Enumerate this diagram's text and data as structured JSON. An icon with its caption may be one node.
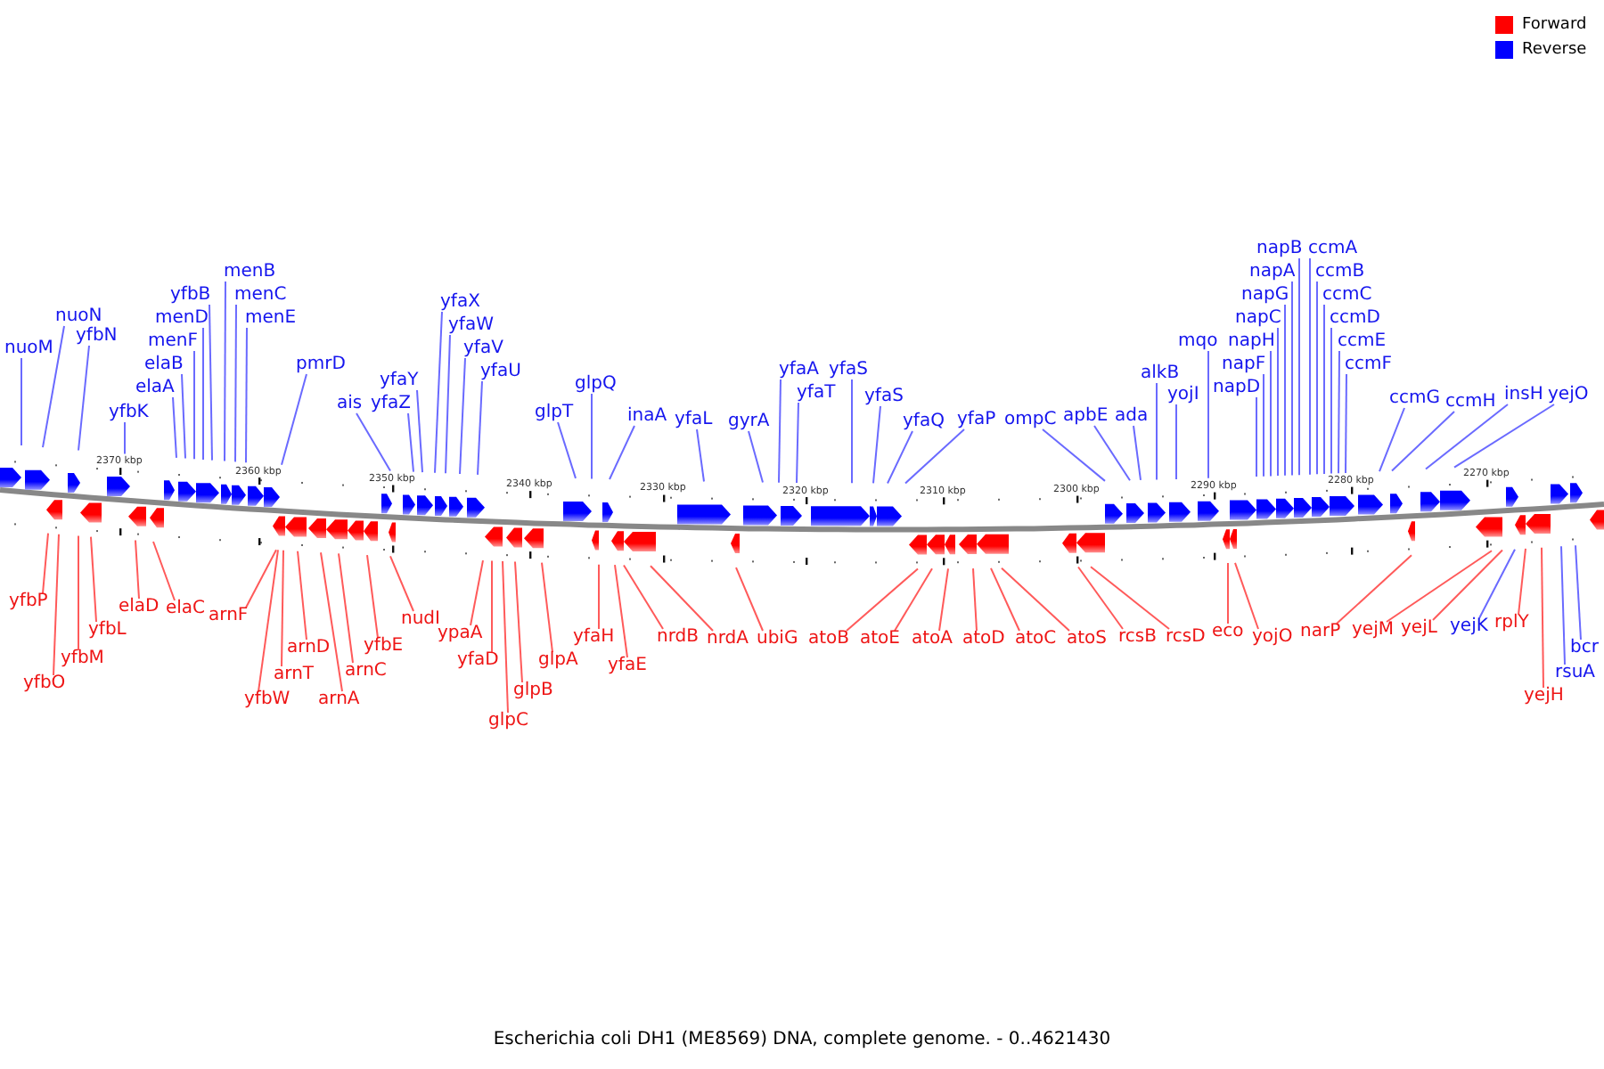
{
  "diagram": {
    "caption": "Escherichia coli DH1 (ME8569) DNA, complete genome. - 0..4621430",
    "nodes": [
      {
        "text": [
          "nuoM"
        ]
      },
      {
        "text": [
          "nuoN"
        ]
      },
      {
        "text": [
          "yfbN"
        ]
      },
      {
        "text": [
          "yfbK"
        ]
      },
      {
        "text": [
          "elaA"
        ]
      },
      {
        "text": [
          "elaB"
        ]
      },
      {
        "text": [
          "menF"
        ]
      },
      {
        "text": [
          "menD"
        ]
      },
      {
        "text": [
          "yfbB"
        ]
      },
      {
        "text": [
          "menB"
        ]
      },
      {
        "text": [
          "menC"
        ]
      },
      {
        "text": [
          "menE"
        ]
      },
      {
        "text": [
          "pmrD"
        ]
      },
      {
        "text": [
          "ais"
        ]
      },
      {
        "text": [
          "yfaZ"
        ]
      },
      {
        "text": [
          "yfaY"
        ]
      },
      {
        "text": [
          "yfaX"
        ]
      },
      {
        "text": [
          "yfaW"
        ]
      },
      {
        "text": [
          "yfaV"
        ]
      },
      {
        "text": [
          "yfaU"
        ]
      },
      {
        "text": [
          "glpT"
        ]
      },
      {
        "text": [
          "glpQ"
        ]
      },
      {
        "text": [
          "inaA"
        ]
      },
      {
        "text": [
          "yfaL"
        ]
      },
      {
        "text": [
          "gyrA"
        ]
      },
      {
        "text": [
          "yfaA"
        ]
      },
      {
        "text": [
          "yfaT"
        ]
      },
      {
        "text": [
          "yfaS"
        ]
      },
      {
        "text": [
          "yfaS"
        ]
      },
      {
        "text": [
          "yfaQ"
        ]
      },
      {
        "text": [
          "yfaP"
        ]
      },
      {
        "text": [
          "ompC"
        ]
      },
      {
        "text": [
          "apbE"
        ]
      },
      {
        "text": [
          "ada"
        ]
      },
      {
        "text": [
          "alkB"
        ]
      },
      {
        "text": [
          "yojI"
        ]
      },
      {
        "text": [
          "mqo"
        ]
      },
      {
        "text": [
          "napD"
        ]
      },
      {
        "text": [
          "napF"
        ]
      },
      {
        "text": [
          "napH"
        ]
      },
      {
        "text": [
          "napC"
        ]
      },
      {
        "text": [
          "napG"
        ]
      },
      {
        "text": [
          "napA"
        ]
      },
      {
        "text": [
          "napB"
        ]
      },
      {
        "text": [
          "ccmA"
        ]
      },
      {
        "text": [
          "ccmB"
        ]
      },
      {
        "text": [
          "ccmC"
        ]
      },
      {
        "text": [
          "ccmD"
        ]
      },
      {
        "text": [
          "ccmE"
        ]
      },
      {
        "text": [
          "ccmF"
        ]
      },
      {
        "text": [
          "ccmG"
        ]
      },
      {
        "text": [
          "ccmH"
        ]
      },
      {
        "text": [
          "insH"
        ]
      },
      {
        "text": [
          "yejO"
        ]
      },
      {
        "text": [
          "yfbP"
        ]
      },
      {
        "text": [
          "yfbO"
        ]
      },
      {
        "text": [
          "yfbM"
        ]
      },
      {
        "text": [
          "yfbL"
        ]
      },
      {
        "text": [
          "elaD"
        ]
      },
      {
        "text": [
          "elaC"
        ]
      },
      {
        "text": [
          "arnF"
        ]
      },
      {
        "text": [
          "arnT"
        ]
      },
      {
        "text": [
          "yfbW"
        ]
      },
      {
        "text": [
          "arnD"
        ]
      },
      {
        "text": [
          "arnA"
        ]
      },
      {
        "text": [
          "arnC"
        ]
      },
      {
        "text": [
          "yfbE"
        ]
      },
      {
        "text": [
          "nudI"
        ]
      },
      {
        "text": [
          "ypaA"
        ]
      },
      {
        "text": [
          "yfaD"
        ]
      },
      {
        "text": [
          "glpC"
        ]
      },
      {
        "text": [
          "glpB"
        ]
      },
      {
        "text": [
          "glpA"
        ]
      },
      {
        "text": [
          "yfaH"
        ]
      },
      {
        "text": [
          "yfaE"
        ]
      },
      {
        "text": [
          "nrdB"
        ]
      },
      {
        "text": [
          "nrdA"
        ]
      },
      {
        "text": [
          "ubiG"
        ]
      },
      {
        "text": [
          "atoB"
        ]
      },
      {
        "text": [
          "atoE"
        ]
      },
      {
        "text": [
          "atoA"
        ]
      },
      {
        "text": [
          "atoD"
        ]
      },
      {
        "text": [
          "atoC"
        ]
      },
      {
        "text": [
          "atoS"
        ]
      },
      {
        "text": [
          "rcsB"
        ]
      },
      {
        "text": [
          "rcsD"
        ]
      },
      {
        "text": [
          "eco"
        ]
      },
      {
        "text": [
          "yojO"
        ]
      },
      {
        "text": [
          "narP"
        ]
      },
      {
        "text": [
          "yejM"
        ]
      },
      {
        "text": [
          "yejL"
        ]
      },
      {
        "text": [
          "yejK"
        ]
      },
      {
        "text": [
          "rplY"
        ]
      },
      {
        "text": [
          "yejH"
        ]
      },
      {
        "text": [
          "rsuA"
        ]
      },
      {
        "text": [
          "bcr"
        ]
      },
      {
        "text": [],
        "shape": "bar"
      }
    ],
    "edges": [
      {
        "from": 0,
        "to": 96,
        "arrow": "none"
      },
      {
        "from": 1,
        "to": 96,
        "arrow": "none"
      },
      {
        "from": 2,
        "to": 96,
        "arrow": "none"
      },
      {
        "from": 3,
        "to": 96,
        "arrow": "none"
      },
      {
        "from": 4,
        "to": 96,
        "arrow": "none"
      },
      {
        "from": 5,
        "to": 96,
        "arrow": "none"
      },
      {
        "from": 6,
        "to": 96,
        "arrow": "none"
      },
      {
        "from": 7,
        "to": 96,
        "arrow": "none"
      },
      {
        "from": 8,
        "to": 96,
        "arrow": "none"
      },
      {
        "from": 9,
        "to": 96,
        "arrow": "none"
      },
      {
        "from": 10,
        "to": 96,
        "arrow": "none"
      },
      {
        "from": 11,
        "to": 96,
        "arrow": "none"
      },
      {
        "from": 12,
        "to": 96,
        "arrow": "none"
      },
      {
        "from": 13,
        "to": 96,
        "arrow": "none"
      },
      {
        "from": 14,
        "to": 96,
        "arrow": "none"
      },
      {
        "from": 15,
        "to": 96,
        "arrow": "none"
      },
      {
        "from": 16,
        "to": 96,
        "arrow": "none"
      },
      {
        "from": 17,
        "to": 96,
        "arrow": "none"
      },
      {
        "from": 18,
        "to": 96,
        "arrow": "none"
      },
      {
        "from": 19,
        "to": 96,
        "arrow": "none"
      },
      {
        "from": 20,
        "to": 96,
        "arrow": "none"
      },
      {
        "from": 21,
        "to": 96,
        "arrow": "none"
      },
      {
        "from": 22,
        "to": 96,
        "arrow": "none"
      },
      {
        "from": 23,
        "to": 96,
        "arrow": "none"
      },
      {
        "from": 24,
        "to": 96,
        "arrow": "none"
      },
      {
        "from": 25,
        "to": 96,
        "arrow": "none"
      },
      {
        "from": 26,
        "to": 96,
        "arrow": "none"
      },
      {
        "from": 27,
        "to": 96,
        "arrow": "none"
      },
      {
        "from": 28,
        "to": 96,
        "arrow": "none"
      },
      {
        "from": 29,
        "to": 96,
        "arrow": "none"
      },
      {
        "from": 30,
        "to": 96,
        "arrow": "none"
      },
      {
        "from": 31,
        "to": 96,
        "arrow": "none"
      },
      {
        "from": 32,
        "to": 96,
        "arrow": "none"
      },
      {
        "from": 33,
        "to": 96,
        "arrow": "none"
      },
      {
        "from": 34,
        "to": 96,
        "arrow": "none"
      },
      {
        "from": 35,
        "to": 96,
        "arrow": "none"
      },
      {
        "from": 36,
        "to": 96,
        "arrow": "none"
      },
      {
        "from": 37,
        "to": 96,
        "arrow": "none"
      },
      {
        "from": 38,
        "to": 96,
        "arrow": "none"
      },
      {
        "from": 39,
        "to": 96,
        "arrow": "none"
      },
      {
        "from": 40,
        "to": 96,
        "arrow": "none"
      },
      {
        "from": 41,
        "to": 96,
        "arrow": "none"
      },
      {
        "from": 42,
        "to": 96,
        "arrow": "none"
      },
      {
        "from": 43,
        "to": 96,
        "arrow": "none"
      },
      {
        "from": 44,
        "to": 96,
        "arrow": "none"
      },
      {
        "from": 45,
        "to": 96,
        "arrow": "none"
      },
      {
        "from": 46,
        "to": 96,
        "arrow": "none"
      },
      {
        "from": 47,
        "to": 96,
        "arrow": "none"
      },
      {
        "from": 48,
        "to": 96,
        "arrow": "none"
      },
      {
        "from": 49,
        "to": 96,
        "arrow": "none"
      },
      {
        "from": 50,
        "to": 96,
        "arrow": "none"
      },
      {
        "from": 51,
        "to": 96,
        "arrow": "none"
      },
      {
        "from": 52,
        "to": 96,
        "arrow": "none"
      },
      {
        "from": 53,
        "to": 96,
        "arrow": "none"
      },
      {
        "from": 54,
        "to": 96,
        "arrow": "none",
        "color": "#ff5a5a"
      },
      {
        "from": 55,
        "to": 96,
        "arrow": "none",
        "color": "#ff5a5a"
      },
      {
        "from": 56,
        "to": 96,
        "arrow": "none",
        "color": "#ff5a5a"
      },
      {
        "from": 57,
        "to": 96,
        "arrow": "none",
        "color": "#ff5a5a"
      },
      {
        "from": 58,
        "to": 96,
        "arrow": "none",
        "color": "#ff5a5a"
      },
      {
        "from": 59,
        "to": 96,
        "arrow": "none",
        "color": "#ff5a5a"
      },
      {
        "from": 60,
        "to": 96,
        "arrow": "none",
        "color": "#ff5a5a"
      },
      {
        "from": 61,
        "to": 96,
        "arrow": "none",
        "color": "#ff5a5a"
      },
      {
        "from": 62,
        "to": 96,
        "arrow": "none",
        "color": "#ff5a5a"
      },
      {
        "from": 63,
        "to": 96,
        "arrow": "none",
        "color": "#ff5a5a"
      },
      {
        "from": 64,
        "to": 96,
        "arrow": "none",
        "color": "#ff5a5a"
      },
      {
        "from": 65,
        "to": 96,
        "arrow": "none",
        "color": "#ff5a5a"
      },
      {
        "from": 66,
        "to": 96,
        "arrow": "none",
        "color": "#ff5a5a"
      },
      {
        "from": 67,
        "to": 96,
        "arrow": "none",
        "color": "#ff5a5a"
      },
      {
        "from": 68,
        "to": 96,
        "arrow": "none",
        "color": "#ff5a5a"
      },
      {
        "from": 69,
        "to": 96,
        "arrow": "none",
        "color": "#ff5a5a"
      },
      {
        "from": 70,
        "to": 96,
        "arrow": "none",
        "color": "#ff5a5a"
      },
      {
        "from": 71,
        "to": 96,
        "arrow": "none",
        "color": "#ff5a5a"
      },
      {
        "from": 72,
        "to": 96,
        "arrow": "none",
        "color": "#ff5a5a"
      },
      {
        "from": 73,
        "to": 96,
        "arrow": "none",
        "color": "#ff5a5a"
      },
      {
        "from": 74,
        "to": 96,
        "arrow": "none",
        "color": "#ff5a5a"
      },
      {
        "from": 75,
        "to": 96,
        "arrow": "none",
        "color": "#ff5a5a"
      },
      {
        "from": 76,
        "to": 96,
        "arrow": "none",
        "color": "#ff5a5a"
      },
      {
        "from": 77,
        "to": 96,
        "arrow": "none",
        "color": "#ff5a5a"
      },
      {
        "from": 78,
        "to": 96,
        "arrow": "none",
        "color": "#ff5a5a"
      },
      {
        "from": 79,
        "to": 96,
        "arrow": "none",
        "color": "#ff5a5a"
      },
      {
        "from": 80,
        "to": 96,
        "arrow": "none",
        "color": "#ff5a5a"
      },
      {
        "from": 81,
        "to": 96,
        "arrow": "none",
        "color": "#ff5a5a"
      },
      {
        "from": 82,
        "to": 96,
        "arrow": "none",
        "color": "#ff5a5a"
      },
      {
        "from": 83,
        "to": 96,
        "arrow": "none",
        "color": "#ff5a5a"
      },
      {
        "from": 84,
        "to": 96,
        "arrow": "none",
        "color": "#ff5a5a"
      },
      {
        "from": 85,
        "to": 96,
        "arrow": "none",
        "color": "#ff5a5a"
      },
      {
        "from": 86,
        "to": 96,
        "arrow": "none",
        "color": "#ff5a5a"
      },
      {
        "from": 87,
        "to": 96,
        "arrow": "none",
        "color": "#ff5a5a"
      },
      {
        "from": 88,
        "to": 96,
        "arrow": "none",
        "color": "#ff5a5a"
      },
      {
        "from": 89,
        "to": 96,
        "arrow": "none",
        "color": "#ff5a5a"
      },
      {
        "from": 90,
        "to": 96,
        "arrow": "none",
        "color": "#ff5a5a"
      },
      {
        "from": 91,
        "to": 96,
        "arrow": "none"
      },
      {
        "from": 92,
        "to": 96,
        "arrow": "none",
        "color": "#ff5a5a"
      },
      {
        "from": 93,
        "to": 96,
        "arrow": "none",
        "color": "#ff5a5a"
      },
      {
        "from": 94,
        "to": 96,
        "arrow": "none"
      },
      {
        "from": 95,
        "to": 96,
        "arrow": "none"
      }
    ],
    "labels": [
      "2370 kbp",
      "2360 kbp",
      "2350 kbp",
      "2340 kbp",
      "2330 kbp",
      "2320 kbp",
      "2310 kbp",
      "2300 kbp",
      "2290 kbp",
      "2280 kbp",
      "2270 kbp"
    ],
    "legend": [
      {
        "text": "Forward",
        "color": "#ff0000"
      },
      {
        "text": "Reverse",
        "color": "#0000ff"
      }
    ]
  }
}
